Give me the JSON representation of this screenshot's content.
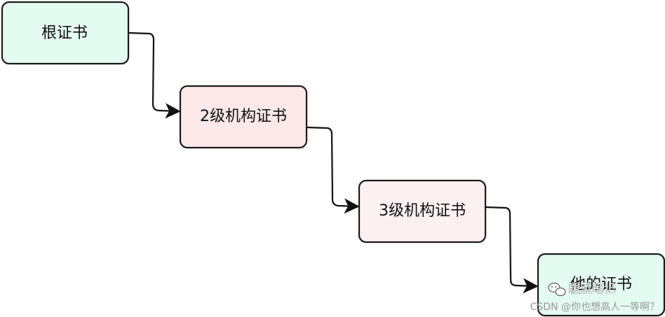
{
  "diagram": {
    "nodes": [
      {
        "id": "root",
        "label": "根证书",
        "fill": "#e3fbf0",
        "stroke": "#1a1a1a"
      },
      {
        "id": "level2",
        "label": "2级机构证书",
        "fill": "#fde8e8",
        "stroke": "#1a1a1a"
      },
      {
        "id": "level3",
        "label": "3级机构证书",
        "fill": "#fdf0f0",
        "stroke": "#d6a319"
      },
      {
        "id": "site",
        "label": "他的证书",
        "fill": "#e3fbf0",
        "stroke": "#1a1a1a"
      }
    ],
    "edges": [
      {
        "from": "root",
        "to": "level2"
      },
      {
        "from": "level2",
        "to": "level3"
      },
      {
        "from": "level3",
        "to": "site"
      }
    ]
  },
  "watermark": {
    "wechat_text": "暖蓝笔记",
    "csdn_text": "CSDN @你也想高人一等啊？"
  }
}
